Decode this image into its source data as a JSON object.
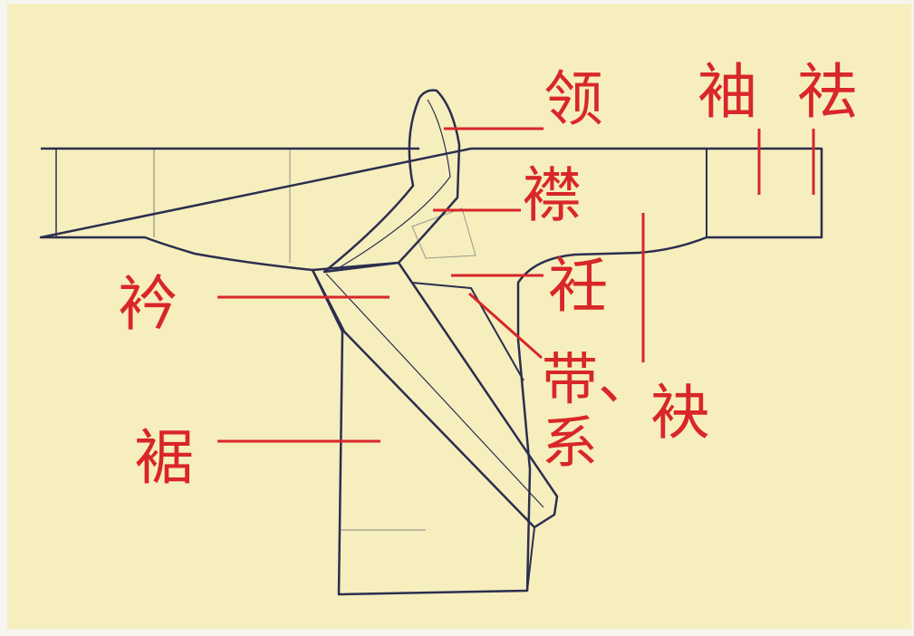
{
  "diagram": {
    "background_color": "#f6eebd",
    "outline_color": "#2b2e4f",
    "label_color": "#d8262a",
    "labels": {
      "collar": "领",
      "front_panel": "襟",
      "inner_lapel": "衽",
      "sleeve": "袖",
      "cuff": "祛",
      "lapel": "衿",
      "belt": "带、",
      "tie": "系",
      "side_slit": "袂",
      "skirt": "裾"
    }
  }
}
